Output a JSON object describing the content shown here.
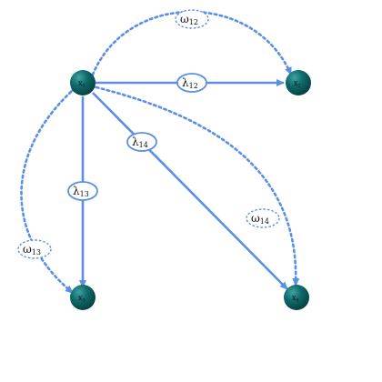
{
  "colors": {
    "edge": "#5b8fe6",
    "node_dark": "#073f3f",
    "node_mid": "#0f6a6a",
    "node_light": "#3fa3a3",
    "label_bg": "#ffffff"
  },
  "nodes": [
    {
      "id": "x1",
      "base": "x",
      "sub": "1"
    },
    {
      "id": "x2",
      "base": "x",
      "sub": "2"
    },
    {
      "id": "x3",
      "base": "x",
      "sub": "3"
    },
    {
      "id": "x4",
      "base": "x",
      "sub": "4"
    }
  ],
  "edges": [
    {
      "id": "e12",
      "from": "x1",
      "to": "x2",
      "base": "λ",
      "sub": "12"
    },
    {
      "id": "e13",
      "from": "x1",
      "to": "x3",
      "base": "λ",
      "sub": "13"
    },
    {
      "id": "e14",
      "from": "x1",
      "to": "x4",
      "base": "λ",
      "sub": "14"
    }
  ],
  "bidirected_edges": [
    {
      "id": "b12",
      "from": "x1",
      "to": "x2",
      "base": "ω",
      "sub": "12"
    },
    {
      "id": "b13",
      "from": "x1",
      "to": "x3",
      "base": "ω",
      "sub": "13"
    },
    {
      "id": "b14",
      "from": "x1",
      "to": "x4",
      "base": "ω",
      "sub": "14"
    }
  ]
}
